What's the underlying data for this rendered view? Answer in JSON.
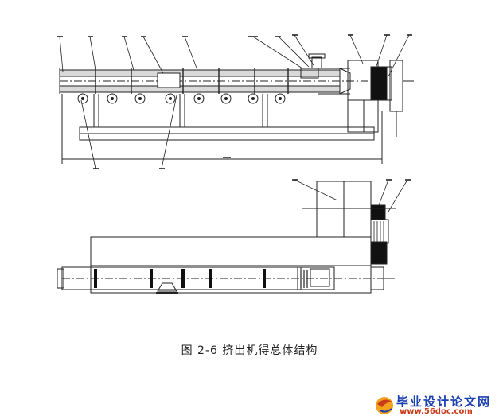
{
  "figure": {
    "caption": "图 2-6 挤出机得总体结构"
  },
  "watermark": {
    "title": "毕业设计论文网",
    "url": "www.56doc.com"
  },
  "colors": {
    "line": "#222222",
    "watermark_blue": "#1a3fb0",
    "watermark_red": "#c83a18"
  }
}
